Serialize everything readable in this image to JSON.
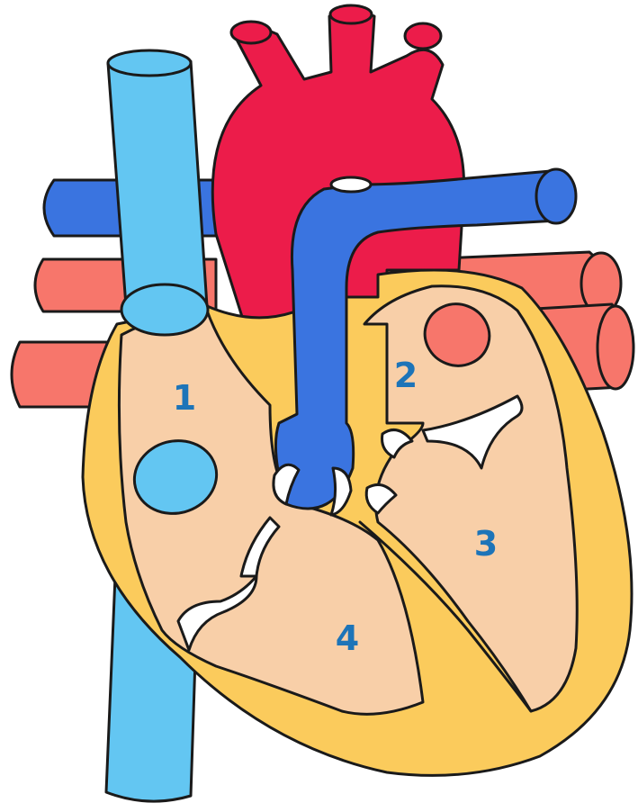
{
  "labels": {
    "chamber_1": "1",
    "chamber_2": "2",
    "chamber_3": "3",
    "chamber_4": "4"
  },
  "colors": {
    "oxygenated": "#ec1c4a",
    "pulmonary_vein": "#f7766b",
    "deoxygenated": "#3a74e0",
    "vena_cava": "#63c6f2",
    "chamber_interior": "#f8cfa8",
    "heart_wall": "#fbcb5c",
    "label_text": "#1d74b8"
  }
}
